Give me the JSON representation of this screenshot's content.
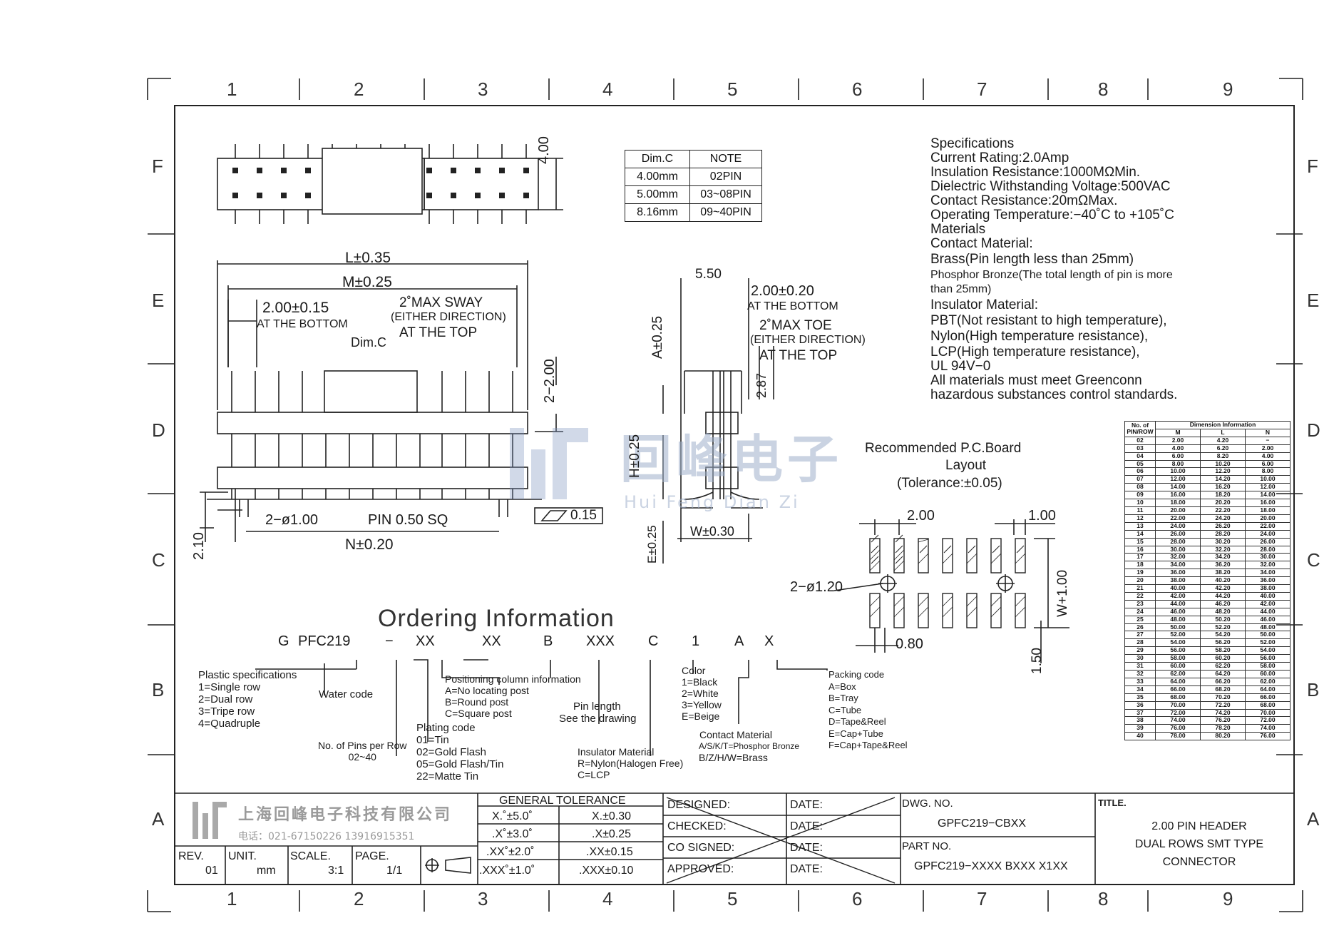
{
  "zones": {
    "columns": [
      "1",
      "2",
      "3",
      "4",
      "5",
      "6",
      "7",
      "8",
      "9"
    ],
    "rows": [
      "F",
      "E",
      "D",
      "C",
      "B",
      "A"
    ]
  },
  "dim_table": {
    "headers": [
      "Dim.C",
      "NOTE"
    ],
    "rows": [
      [
        "4.00mm",
        "02PIN"
      ],
      [
        "5.00mm",
        "03~08PIN"
      ],
      [
        "8.16mm",
        "09~40PIN"
      ]
    ]
  },
  "specifications": [
    "Specifications",
    "Current  Rating:2.0Amp",
    "Insulation  Resistance:1000MΩMin.",
    "Dielectric  Withstanding  Voltage:500VAC",
    "Contact  Resistance:20mΩMax.",
    "Operating  Temperature:−40˚C  to  +105˚C",
    "Materials",
    "Contact  Material:",
    "Brass(Pin  length  less  than  25mm)",
    "Phosphor Bronze(The total length of pin is more",
    "than  25mm)",
    "Insulator  Material:",
    "PBT(Not  resistant  to  high  temperature),",
    "Nylon(High  temperature  resistance),",
    "LCP(High  temperature  resistance),",
    "UL  94V−0",
    "All  materials  must  meet  Greenconn",
    "hazardous  substances  control  standards."
  ],
  "front_view": {
    "dim_L": "L±0.35",
    "dim_M": "M±0.25",
    "dim_pitch": "2.00±0.15",
    "at_bottom": "AT THE BOTTOM",
    "sway_1": "2˚MAX  SWAY",
    "sway_2": "(EITHER DIRECTION)",
    "sway_3": "AT  THE  TOP",
    "dim_c": "Dim.C",
    "dim_2": "2−2.00",
    "dim_210": "2.10",
    "holes": "2−ø1.00",
    "pin_sq": "PIN  0.50  SQ",
    "dim_N": "N±0.20",
    "flatness": "0.15"
  },
  "top_view": {
    "dim_400": "4.00"
  },
  "side_view": {
    "dim_550": "5.50",
    "dim_pitch": "2.00±0.20",
    "at_bottom": "AT THE BOTTOM",
    "toe_1": "2˚MAX  TOE",
    "toe_2": "(EITHER DIRECTION)",
    "toe_3": "AT  THE  TOP",
    "dim_A": "A±0.25",
    "dim_287": "2.87",
    "dim_H": "H±0.25",
    "dim_E": "E±0.25",
    "dim_W": "W±0.30"
  },
  "pcb_layout": {
    "title_1": "Recommended  P.C.Board",
    "title_2": "Layout",
    "title_3": "(Tolerance:±0.05)",
    "dim_200": "2.00",
    "dim_100": "1.00",
    "holes": "2−ø1.20",
    "dim_W": "W+1.00",
    "dim_080": "0.80",
    "dim_150": "1.50"
  },
  "pin_table": {
    "head_no_1": "No. of",
    "head_no_2": "PIN/ROW",
    "head_dim": "Dimension  Information",
    "cols": [
      "M",
      "L",
      "N"
    ],
    "rows": [
      [
        "02",
        "2.00",
        "4.20",
        "−"
      ],
      [
        "03",
        "4.00",
        "6.20",
        "2.00"
      ],
      [
        "04",
        "6.00",
        "8.20",
        "4.00"
      ],
      [
        "05",
        "8.00",
        "10.20",
        "6.00"
      ],
      [
        "06",
        "10.00",
        "12.20",
        "8.00"
      ],
      [
        "07",
        "12.00",
        "14.20",
        "10.00"
      ],
      [
        "08",
        "14.00",
        "16.20",
        "12.00"
      ],
      [
        "09",
        "16.00",
        "18.20",
        "14.00"
      ],
      [
        "10",
        "18.00",
        "20.20",
        "16.00"
      ],
      [
        "11",
        "20.00",
        "22.20",
        "18.00"
      ],
      [
        "12",
        "22.00",
        "24.20",
        "20.00"
      ],
      [
        "13",
        "24.00",
        "26.20",
        "22.00"
      ],
      [
        "14",
        "26.00",
        "28.20",
        "24.00"
      ],
      [
        "15",
        "28.00",
        "30.20",
        "26.00"
      ],
      [
        "16",
        "30.00",
        "32.20",
        "28.00"
      ],
      [
        "17",
        "32.00",
        "34.20",
        "30.00"
      ],
      [
        "18",
        "34.00",
        "36.20",
        "32.00"
      ],
      [
        "19",
        "36.00",
        "38.20",
        "34.00"
      ],
      [
        "20",
        "38.00",
        "40.20",
        "36.00"
      ],
      [
        "21",
        "40.00",
        "42.20",
        "38.00"
      ],
      [
        "22",
        "42.00",
        "44.20",
        "40.00"
      ],
      [
        "23",
        "44.00",
        "46.20",
        "42.00"
      ],
      [
        "24",
        "46.00",
        "48.20",
        "44.00"
      ],
      [
        "25",
        "48.00",
        "50.20",
        "46.00"
      ],
      [
        "26",
        "50.00",
        "52.20",
        "48.00"
      ],
      [
        "27",
        "52.00",
        "54.20",
        "50.00"
      ],
      [
        "28",
        "54.00",
        "56.20",
        "52.00"
      ],
      [
        "29",
        "56.00",
        "58.20",
        "54.00"
      ],
      [
        "30",
        "58.00",
        "60.20",
        "56.00"
      ],
      [
        "31",
        "60.00",
        "62.20",
        "58.00"
      ],
      [
        "32",
        "62.00",
        "64.20",
        "60.00"
      ],
      [
        "33",
        "64.00",
        "66.20",
        "62.00"
      ],
      [
        "34",
        "66.00",
        "68.20",
        "64.00"
      ],
      [
        "35",
        "68.00",
        "70.20",
        "66.00"
      ],
      [
        "36",
        "70.00",
        "72.20",
        "68.00"
      ],
      [
        "37",
        "72.00",
        "74.20",
        "70.00"
      ],
      [
        "38",
        "74.00",
        "76.20",
        "72.00"
      ],
      [
        "39",
        "76.00",
        "78.20",
        "74.00"
      ],
      [
        "40",
        "78.00",
        "80.20",
        "76.00"
      ]
    ]
  },
  "ordering": {
    "title": "Ordering  Information",
    "code": [
      "G",
      "PFC219",
      "−",
      "XX",
      "XX",
      "B",
      "XXX",
      "C",
      "1",
      "A",
      "X"
    ],
    "plastic": [
      "Plastic  specifications",
      "1=Single  row",
      "2=Dual  row",
      "3=Tripe  row",
      "4=Quadruple"
    ],
    "water": "Water  code",
    "pins_per_row": [
      "No.  of  Pins  per  Row",
      "02~40"
    ],
    "plating": [
      "Plating  code",
      "01=Tin",
      "02=Gold  Flash",
      "05=Gold  Flash/Tin",
      "22=Matte  Tin"
    ],
    "positioning": [
      "Positioning  column  information",
      "A=No  locating  post",
      "B=Round  post",
      "C=Square  post"
    ],
    "pin_length": [
      "Pin  length",
      "See  the  drawing"
    ],
    "insulator": [
      "Insulator  Material",
      "R=Nylon(Halogen  Free)",
      "C=LCP"
    ],
    "color": [
      "Color",
      "1=Black",
      "2=White",
      "3=Yellow",
      "E=Beige"
    ],
    "contact": [
      "Contact  Material",
      "A/S/K/T=Phosphor Bronze",
      "B/Z/H/W=Brass"
    ],
    "packing": [
      "Packing  code",
      "A=Box",
      "B=Tray",
      "C=Tube",
      "D=Tape&Reel",
      "E=Cap+Tube",
      "F=Cap+Tape&Reel"
    ]
  },
  "title_block": {
    "company_cn": "上海回峰电子科技有限公司",
    "phone": "电话：021-67150226  13916915351",
    "rev_label": "REV.",
    "rev": "01",
    "unit_label": "UNIT.",
    "unit": "mm",
    "scale_label": "SCALE.",
    "scale": "3:1",
    "page_label": "PAGE.",
    "page": "1/1",
    "tol_title": "GENERAL  TOLERANCE",
    "tol": [
      [
        "X.˚±5.0˚",
        "X.±0.30"
      ],
      [
        ".X˚±3.0˚",
        ".X±0.25"
      ],
      [
        ".XX˚±2.0˚",
        ".XX±0.15"
      ],
      [
        ".XXX˚±1.0˚",
        ".XXX±0.10"
      ]
    ],
    "sign": [
      "DESIGNED:",
      "CHECKED:",
      "CO  SIGNED:",
      "APPROVED:"
    ],
    "date": "DATE:",
    "dwg_label": "DWG.  NO.",
    "dwg_no": "GPFC219−CBXX",
    "part_label": "PART  NO.",
    "part_no": "GPFC219−XXXX  BXXX  X1XX",
    "title_label": "TITLE.",
    "title_lines": [
      "2.00  PIN  HEADER",
      "DUAL  ROWS  SMT  TYPE",
      "CONNECTOR"
    ]
  },
  "watermark": {
    "cn": "回峰电子",
    "py": "Hui Feng Dian Zi"
  }
}
